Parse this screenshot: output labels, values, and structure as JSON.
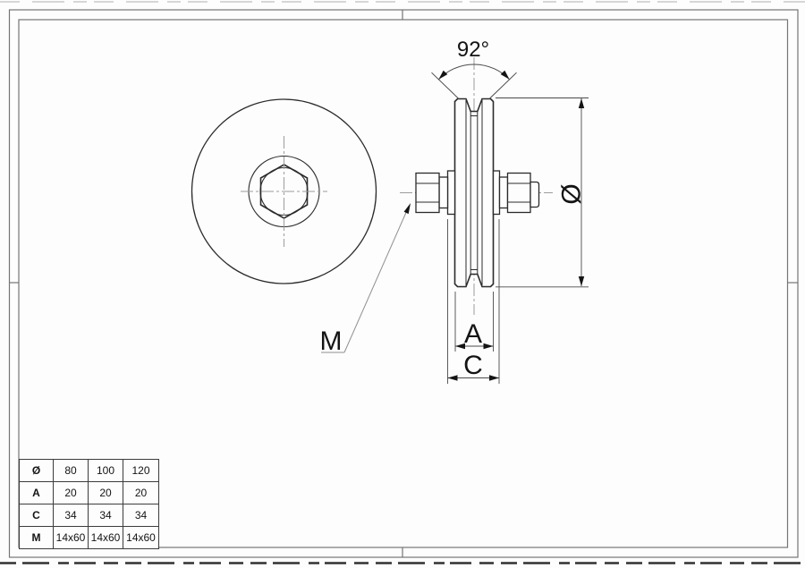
{
  "drawing": {
    "type": "technical-drawing-pulley-wheel-v-groove",
    "annotations": {
      "groove_angle": "92°",
      "diameter_symbol": "Ø",
      "dim_a": "A",
      "dim_c": "C",
      "bolt_leader": "M"
    },
    "colors": {
      "outline": "#2b2b2b",
      "thin_line": "#4a4a4a",
      "centerline": "#9c9c9c",
      "frame": "#757575",
      "text": "#141414",
      "background": "#fdfdfd"
    },
    "spec_table": {
      "rows": [
        {
          "label": "Ø",
          "values": [
            "80",
            "100",
            "120"
          ]
        },
        {
          "label": "A",
          "values": [
            "20",
            "20",
            "20"
          ]
        },
        {
          "label": "C",
          "values": [
            "34",
            "34",
            "34"
          ]
        },
        {
          "label": "M",
          "values": [
            "14x60",
            "14x60",
            "14x60"
          ]
        }
      ]
    }
  }
}
